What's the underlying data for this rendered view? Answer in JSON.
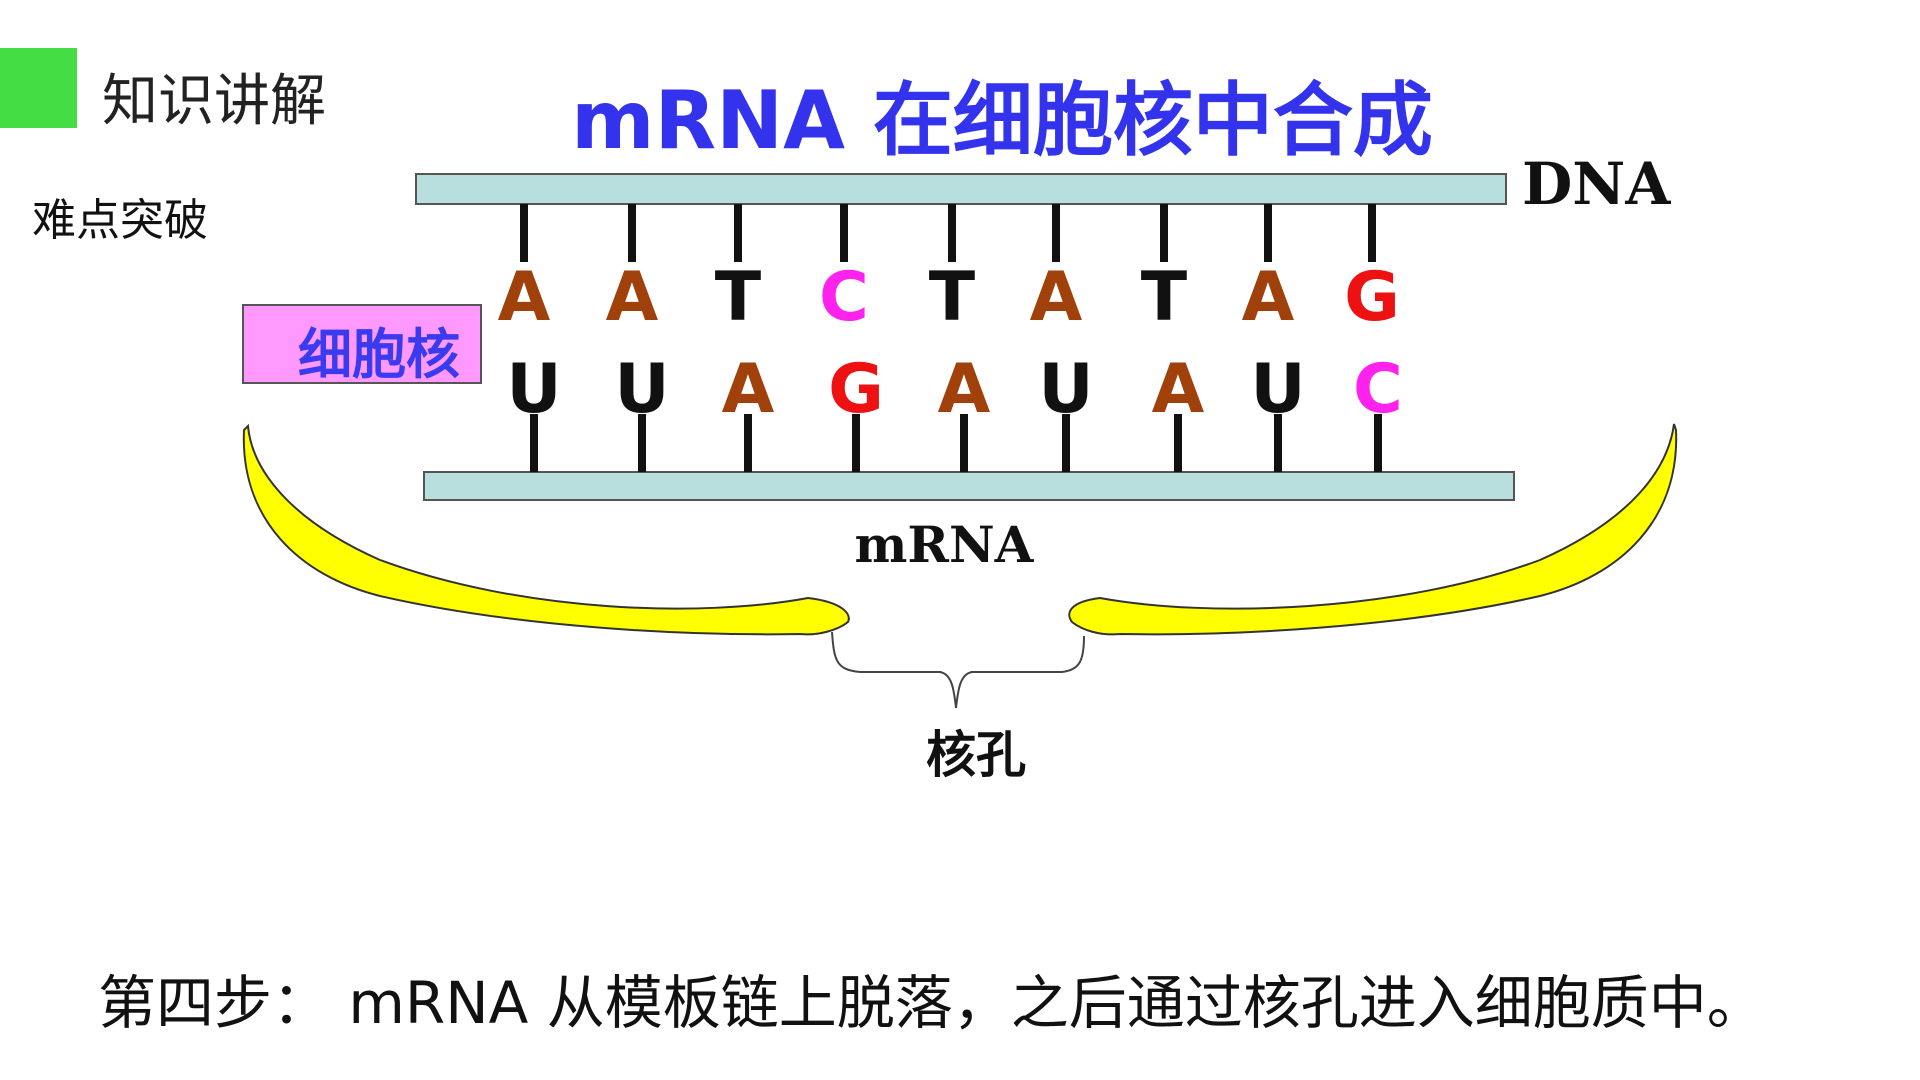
{
  "header": {
    "section_title": "知识讲解",
    "subsection": "难点突破",
    "marker_color": "#44dd44"
  },
  "diagram": {
    "title": "mRNA 在细胞核中合成",
    "dna_label": "DNA",
    "mrna_label": "mRNA",
    "nucleus_label": "细胞核",
    "pore_label": "核孔",
    "strand_color": "#b9dede",
    "envelope_color": "#ffff00",
    "dna_bases": [
      "A",
      "A",
      "T",
      "C",
      "T",
      "A",
      "T",
      "A",
      "G"
    ],
    "mrna_bases": [
      "U",
      "U",
      "A",
      "G",
      "A",
      "U",
      "A",
      "U",
      "C"
    ],
    "base_colors": {
      "A": "#a0400a",
      "T": "#111111",
      "C": "#ff22ee",
      "G": "#ee1111",
      "U": "#111111"
    }
  },
  "footer": {
    "caption": "第四步： mRNA 从模板链上脱落，之后通过核孔进入细胞质中。"
  }
}
